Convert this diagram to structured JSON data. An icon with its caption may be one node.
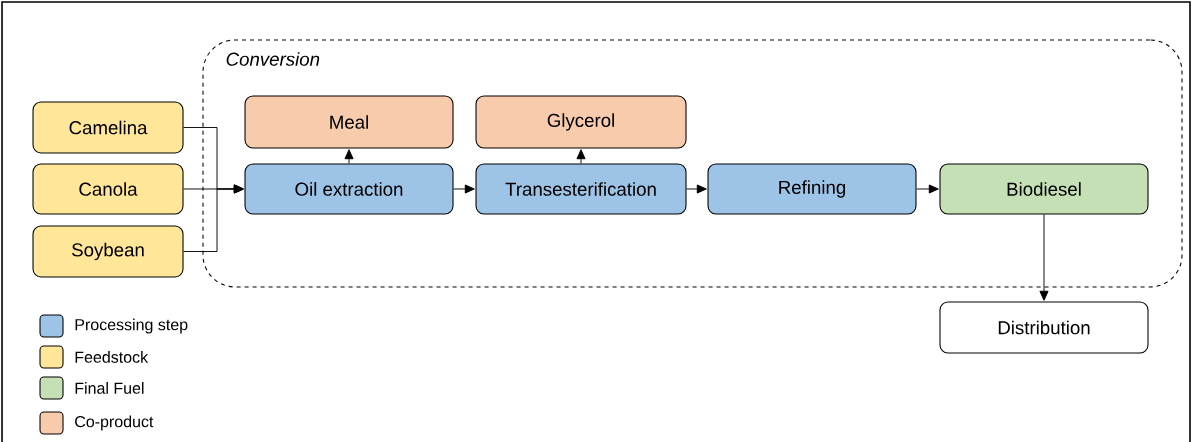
{
  "diagram": {
    "nodes": [
      {
        "text": [
          "Conversion"
        ]
      },
      {
        "text": [
          "Camelina"
        ]
      },
      {
        "text": [
          "Canola"
        ]
      },
      {
        "text": [
          "Soybean"
        ]
      },
      {
        "text": [
          "Meal"
        ],
        "in": 0
      },
      {
        "text": [
          "Glycerol"
        ],
        "in": 0
      },
      {
        "text": [
          "Oil extraction"
        ],
        "in": 0
      },
      {
        "text": [
          "Transesterification"
        ],
        "in": 0
      },
      {
        "text": [
          "Refining"
        ],
        "in": 0
      },
      {
        "text": [
          "Biodiesel"
        ],
        "in": 0
      },
      {
        "text": [
          "Distribution"
        ]
      }
    ],
    "edges": [
      {
        "from": 1,
        "to": 6,
        "arrow": "to"
      },
      {
        "from": 2,
        "to": 6,
        "arrow": "to"
      },
      {
        "from": 3,
        "to": 6,
        "arrow": "to"
      },
      {
        "from": 6,
        "to": 4,
        "arrow": "to"
      },
      {
        "from": 6,
        "to": 7,
        "arrow": "to"
      },
      {
        "from": 7,
        "to": 5,
        "arrow": "to"
      },
      {
        "from": 7,
        "to": 8,
        "arrow": "to"
      },
      {
        "from": 8,
        "to": 9,
        "arrow": "to"
      },
      {
        "from": 9,
        "to": 10,
        "arrow": "to"
      }
    ],
    "legend": [
      {
        "text": "Processing step",
        "color": "#9dc3e6"
      },
      {
        "text": "Feedstock",
        "color": "#ffe699"
      },
      {
        "text": "Final Fuel",
        "color": "#c5e0b4"
      },
      {
        "text": "Co-product",
        "color": "#f8cbad"
      }
    ]
  }
}
